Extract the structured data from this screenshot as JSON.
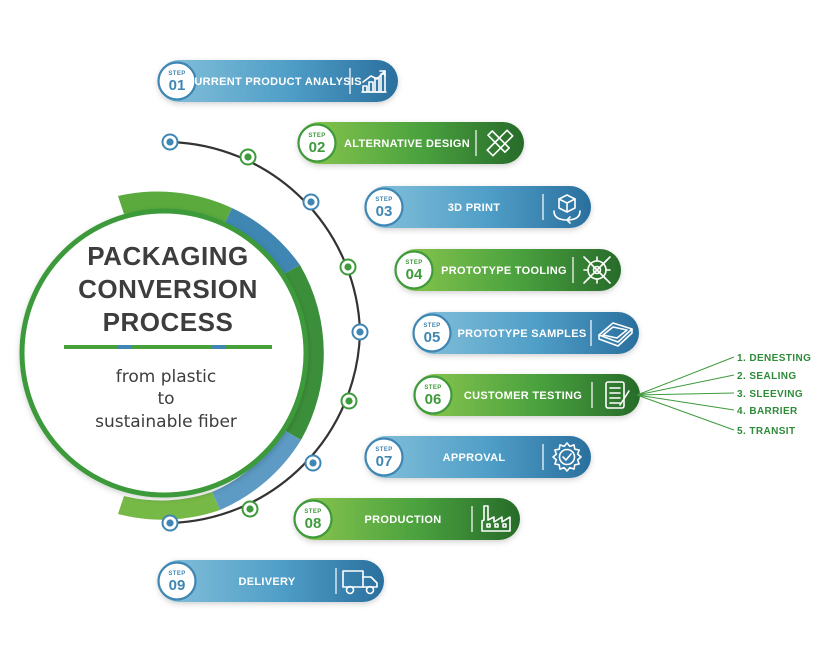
{
  "hub": {
    "title_lines": [
      "PACKAGING",
      "CONVERSION",
      "PROCESS"
    ],
    "subtitle_lines": [
      "from plastic",
      "to",
      "sustainable fiber"
    ]
  },
  "colors": {
    "blue": "#3d8eb8",
    "blue_light": "#7ab7d3",
    "green": "#3f9a3c",
    "green_light": "#7cc24a",
    "green_dark": "#2f6e2b",
    "arc_line": "#333333"
  },
  "steps": [
    {
      "step_word": "STEP",
      "number": "01",
      "label": "CURRENT PRODUCT ANALYSIS",
      "color": "blue",
      "icon": "chart-growth-icon"
    },
    {
      "step_word": "STEP",
      "number": "02",
      "label": "ALTERNATIVE DESIGN",
      "color": "green",
      "icon": "ruler-pencil-icon"
    },
    {
      "step_word": "STEP",
      "number": "03",
      "label": "3D PRINT",
      "color": "blue",
      "icon": "3d-cube-rotate-icon"
    },
    {
      "step_word": "STEP",
      "number": "04",
      "label": "PROTOTYPE TOOLING",
      "color": "green",
      "icon": "gear-tools-icon"
    },
    {
      "step_word": "STEP",
      "number": "05",
      "label": "PROTOTYPE SAMPLES",
      "color": "blue",
      "icon": "tray-icon"
    },
    {
      "step_word": "STEP",
      "number": "06",
      "label": "CUSTOMER TESTING",
      "color": "green",
      "icon": "checklist-icon"
    },
    {
      "step_word": "STEP",
      "number": "07",
      "label": "APPROVAL",
      "color": "blue",
      "icon": "approval-badge-icon"
    },
    {
      "step_word": "STEP",
      "number": "08",
      "label": "PRODUCTION",
      "color": "green",
      "icon": "factory-icon"
    },
    {
      "step_word": "STEP",
      "number": "09",
      "label": "DELIVERY",
      "color": "blue",
      "icon": "truck-icon"
    }
  ],
  "testing_substeps": [
    "1. DENESTING",
    "2. SEALING",
    "3. SLEEVING",
    "4. BARRIER",
    "5. TRANSIT"
  ]
}
